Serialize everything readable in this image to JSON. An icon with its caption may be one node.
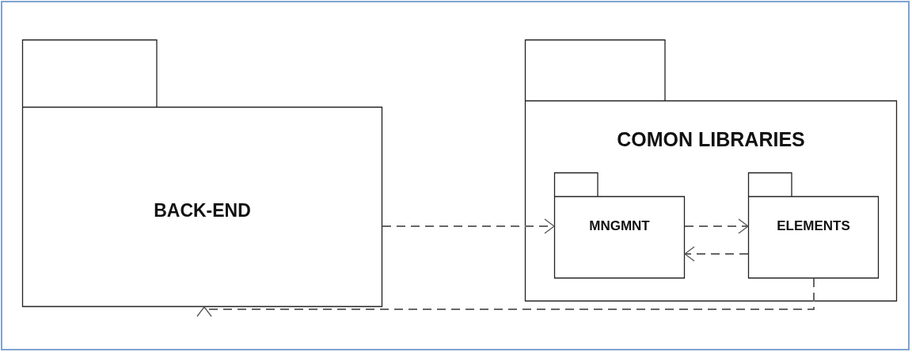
{
  "diagram": {
    "nodes": [
      {
        "text": [
          "BACK-END"
        ]
      },
      {
        "text": [
          "COMON LIBRARIES"
        ]
      },
      {
        "text": [
          "MNGMNT"
        ],
        "in": 1
      },
      {
        "text": [
          "ELEMENTS"
        ],
        "in": 1
      }
    ],
    "edges": [
      {
        "from": 0,
        "to": 2,
        "arrow": "to",
        "style": "dashed"
      },
      {
        "from": 2,
        "to": 3,
        "arrow": "to",
        "style": "dashed"
      },
      {
        "from": 3,
        "to": 2,
        "arrow": "to",
        "style": "dashed"
      },
      {
        "from": 3,
        "to": 0,
        "arrow": "to",
        "style": "dashed"
      }
    ]
  }
}
